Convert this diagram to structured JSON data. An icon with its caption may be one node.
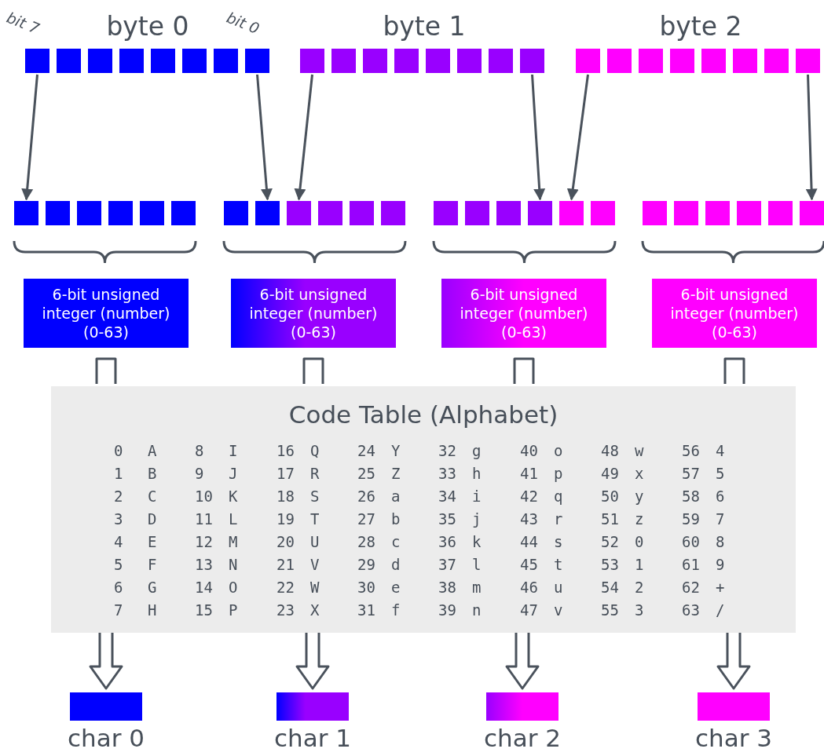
{
  "diagram": {
    "nodes": [
      {
        "text": [],
        "shape": "box",
        "beside": [
          "bit 7"
        ]
      },
      {
        "text": [],
        "shape": "box"
      },
      {
        "text": [],
        "shape": "box"
      },
      {
        "text": [],
        "shape": "box"
      },
      {
        "text": [],
        "shape": "box"
      },
      {
        "text": [],
        "shape": "box"
      },
      {
        "text": [],
        "shape": "box"
      },
      {
        "text": [],
        "shape": "box",
        "beside": [
          "bit 0"
        ]
      },
      {
        "text": [],
        "shape": "box"
      },
      {
        "text": [],
        "shape": "box"
      },
      {
        "text": [],
        "shape": "box"
      },
      {
        "text": [],
        "shape": "box"
      },
      {
        "text": [],
        "shape": "box"
      },
      {
        "text": [],
        "shape": "box"
      },
      {
        "text": [],
        "shape": "box"
      },
      {
        "text": [],
        "shape": "box"
      },
      {
        "text": [],
        "shape": "box"
      },
      {
        "text": [],
        "shape": "box"
      },
      {
        "text": [],
        "shape": "box"
      },
      {
        "text": [],
        "shape": "box"
      },
      {
        "text": [],
        "shape": "box"
      },
      {
        "text": [],
        "shape": "box"
      },
      {
        "text": [],
        "shape": "box"
      },
      {
        "text": [],
        "shape": "box"
      },
      {
        "text": [],
        "shape": "box"
      },
      {
        "text": [],
        "shape": "box"
      },
      {
        "text": [],
        "shape": "box"
      },
      {
        "text": [],
        "shape": "box"
      },
      {
        "text": [],
        "shape": "box"
      },
      {
        "text": [],
        "shape": "box"
      },
      {
        "text": [],
        "shape": "box"
      },
      {
        "text": [],
        "shape": "box"
      },
      {
        "text": [],
        "shape": "box"
      },
      {
        "text": [],
        "shape": "box"
      },
      {
        "text": [],
        "shape": "box"
      },
      {
        "text": [],
        "shape": "box"
      },
      {
        "text": [],
        "shape": "box"
      },
      {
        "text": [],
        "shape": "box"
      },
      {
        "text": [],
        "shape": "box"
      },
      {
        "text": [],
        "shape": "box"
      },
      {
        "text": [],
        "shape": "box"
      },
      {
        "text": [],
        "shape": "box"
      },
      {
        "text": [],
        "shape": "box"
      },
      {
        "text": [],
        "shape": "box"
      },
      {
        "text": [],
        "shape": "box"
      },
      {
        "text": [],
        "shape": "box"
      },
      {
        "text": [],
        "shape": "box"
      },
      {
        "text": [],
        "shape": "box"
      },
      {
        "text": [
          "6-bit unsigned integer (number) (0-63)"
        ]
      },
      {
        "text": [
          "6-bit unsigned integer (number) (0-63)"
        ]
      },
      {
        "text": [
          "6-bit unsigned integer (number) (0-63)"
        ]
      },
      {
        "text": [
          "6-bit unsigned integer (number) (0-63)"
        ]
      },
      {
        "text": [
          "Code Table (Alphabet)"
        ]
      },
      {
        "text": [
          "char 0"
        ]
      },
      {
        "text": [
          "char 1"
        ]
      },
      {
        "text": [
          "char 2"
        ]
      },
      {
        "text": [
          "char 3"
        ]
      }
    ],
    "edges": [
      {
        "from": 0,
        "to": 24,
        "arrow": "to"
      },
      {
        "from": 7,
        "to": 31,
        "arrow": "to"
      },
      {
        "from": 8,
        "to": 32,
        "arrow": "to"
      },
      {
        "from": 15,
        "to": 39,
        "arrow": "to"
      },
      {
        "from": 16,
        "to": 40,
        "arrow": "to"
      },
      {
        "from": 23,
        "to": 47,
        "arrow": "to"
      },
      {
        "from": 48,
        "to": 52,
        "arrow": "none"
      },
      {
        "from": 49,
        "to": 52,
        "arrow": "none"
      },
      {
        "from": 50,
        "to": 52,
        "arrow": "none"
      },
      {
        "from": 51,
        "to": 52,
        "arrow": "none"
      },
      {
        "from": 52,
        "to": 53,
        "arrow": "to"
      },
      {
        "from": 52,
        "to": 54,
        "arrow": "to"
      },
      {
        "from": 52,
        "to": 55,
        "arrow": "to"
      },
      {
        "from": 52,
        "to": 56,
        "arrow": "to"
      }
    ],
    "labels": [
      "byte 0",
      "byte 1",
      "byte 2",
      "0",
      "A",
      "8",
      "I",
      "16",
      "Q",
      "24",
      "Y",
      "32",
      "g",
      "40",
      "o",
      "48",
      "w",
      "56",
      "4",
      "1",
      "B",
      "9",
      "J",
      "17",
      "R",
      "25",
      "Z",
      "33",
      "h",
      "41",
      "p",
      "49",
      "x",
      "57",
      "5",
      "2",
      "C",
      "10",
      "K",
      "18",
      "S",
      "26",
      "a",
      "34",
      "i",
      "42",
      "q",
      "50",
      "y",
      "58",
      "6",
      "3",
      "D",
      "11",
      "L",
      "19",
      "T",
      "27",
      "b",
      "35",
      "j",
      "43",
      "r",
      "51",
      "z",
      "59",
      "7",
      "4",
      "E",
      "12",
      "M",
      "20",
      "U",
      "28",
      "c",
      "36",
      "k",
      "44",
      "s",
      "52",
      "0",
      "60",
      "8",
      "5",
      "F",
      "13",
      "N",
      "21",
      "V",
      "29",
      "d",
      "37",
      "l",
      "45",
      "t",
      "53",
      "1",
      "61",
      "9",
      "6",
      "G",
      "14",
      "O",
      "22",
      "W",
      "30",
      "e",
      "38",
      "m",
      "46",
      "u",
      "54",
      "2",
      "62",
      "+",
      "7",
      "H",
      "15",
      "P",
      "23",
      "X",
      "31",
      "f",
      "39",
      "n",
      "47",
      "v",
      "55",
      "3",
      "63",
      "/"
    ]
  }
}
